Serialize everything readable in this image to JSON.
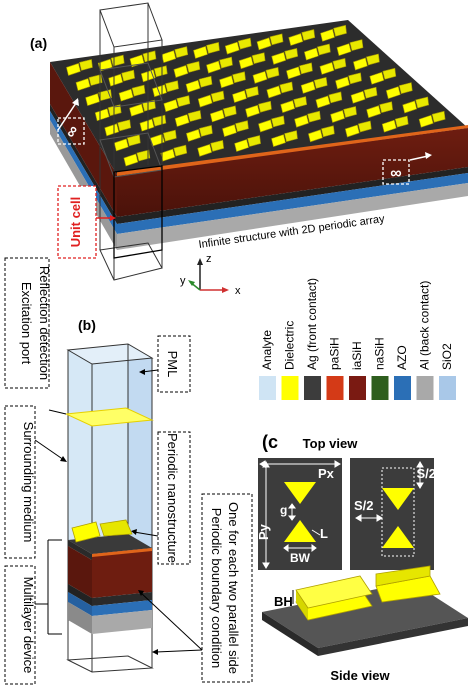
{
  "panels": {
    "a": "(a)",
    "b": "(b)",
    "c": "(c"
  },
  "panel_a": {
    "infinity_left": "∞",
    "infinity_right": "∞",
    "unit_cell": "Unit cell",
    "infinite_label": "Infinite structure with 2D periodic array"
  },
  "axes": {
    "z": "z",
    "y": "y",
    "x": "x"
  },
  "panel_b": {
    "excitation": "Excitation port",
    "reflection": "Reflection detection",
    "surrounding": "Surrounding medium",
    "multilayer": "Multilayer device",
    "pml": "PML",
    "periodic_nano": "Periodic nanostructure",
    "boundary_1": "Periodic boundary condition",
    "boundary_2": "One for each two parallel side"
  },
  "legend": {
    "items": [
      {
        "label": "Analyte",
        "color": "#cfe4f4"
      },
      {
        "label": "Dielectric",
        "color": "#ffff00"
      },
      {
        "label": "Ag (front contact)",
        "color": "#3c3c3c"
      },
      {
        "label": "paSiH",
        "color": "#d43a17"
      },
      {
        "label": "iaSiH",
        "color": "#7a1a12"
      },
      {
        "label": "naSiH",
        "color": "#2e5e1e"
      },
      {
        "label": "AZO",
        "color": "#2b6fb6"
      },
      {
        "label": "Al (back contact)",
        "color": "#a9a9a9"
      },
      {
        "label": "SiO2",
        "color": "#a9c8e8"
      }
    ]
  },
  "panel_c": {
    "top_view": "Top view",
    "side_view": "Side view",
    "px": "Px",
    "py": "Py",
    "g": "g",
    "l": "L",
    "bw": "BW",
    "s2_top": "S/2",
    "s2_left": "S/2",
    "bh": "BH"
  }
}
